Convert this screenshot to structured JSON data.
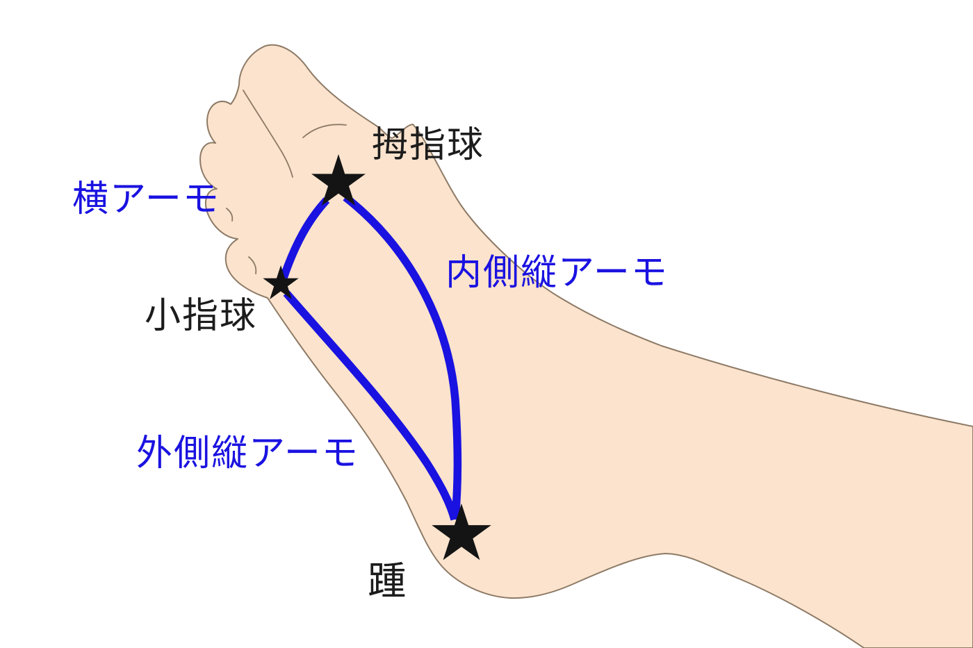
{
  "figure": {
    "type": "anatomy-diagram",
    "subject": "foot arch structure (plantar-medial view of a right foot)",
    "marker_shape": "star",
    "points": [
      {
        "id": "ball-of-big-toe",
        "label": "拇指球",
        "marker": "large black star"
      },
      {
        "id": "ball-of-little-toe",
        "label": "小指球",
        "marker": "small black star"
      },
      {
        "id": "heel",
        "label": "踵",
        "marker": "large black star"
      }
    ],
    "arches": [
      {
        "id": "transverse-arch",
        "label": "横アーモ",
        "connects": [
          "拇指球",
          "小指球"
        ]
      },
      {
        "id": "medial-longitudinal-arch",
        "label": "内側縦アーモ",
        "connects": [
          "拇指球",
          "踵"
        ]
      },
      {
        "id": "lateral-longitudinal-arch",
        "label": "外側縦アーモ",
        "connects": [
          "小指球",
          "踵"
        ]
      }
    ]
  },
  "labels": {
    "ball_of_big_toe": "拇指球",
    "ball_of_little_toe": "小指球",
    "heel": "踵",
    "transverse_arch": "横アーモ",
    "medial_longitudinal_arch": "内側縦アーモ",
    "lateral_longitudinal_arch": "外側縦アーモ"
  },
  "colors": {
    "skin": "#fbe3cd",
    "outline": "#8d7a66",
    "arch_blue": "#1a12e0",
    "text_black": "#1c1c1c",
    "star_black": "#141414",
    "background": "#ffffff"
  }
}
